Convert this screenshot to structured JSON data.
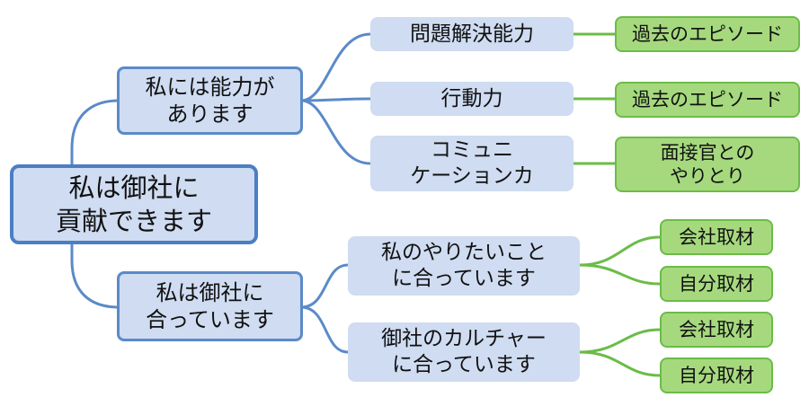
{
  "colors": {
    "blue_fill": "#cfdcf1",
    "blue_line": "#5b8ac8",
    "green_fill": "#a6d97e",
    "green_line": "#6bbc47"
  },
  "root": {
    "label": "私は御社に\n貢献できます"
  },
  "branch_ability": {
    "label": "私には能力が\nあります",
    "abilities": [
      {
        "label": "問題解決能力",
        "evidence": "過去のエピソード"
      },
      {
        "label": "行動力",
        "evidence": "過去のエピソード"
      },
      {
        "label": "コミュニ\nケーションカ",
        "evidence": "面接官との\nやりとり"
      }
    ]
  },
  "branch_fit": {
    "label": "私は御社に\n合っています",
    "fits": [
      {
        "label": "私のやりたいこと\nに合っています",
        "sources": [
          "会社取材",
          "自分取材"
        ]
      },
      {
        "label": "御社のカルチャー\nに合っています",
        "sources": [
          "会社取材",
          "自分取材"
        ]
      }
    ]
  }
}
